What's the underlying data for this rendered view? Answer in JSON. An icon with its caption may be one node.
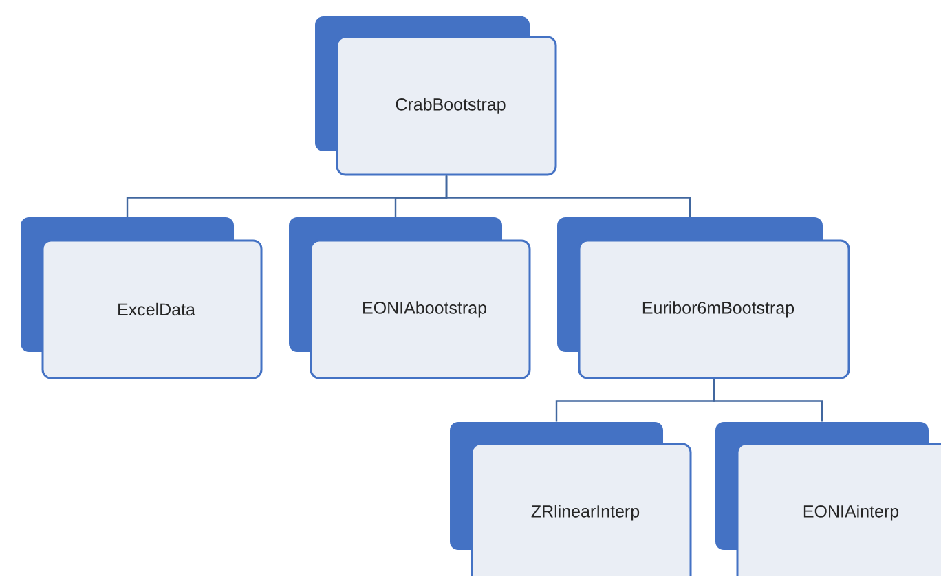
{
  "diagram": {
    "nodes": [
      {
        "text": [
          "CrabBootstrap"
        ]
      },
      {
        "text": [
          "ExcelData"
        ]
      },
      {
        "text": [
          "EONIAbootstrap"
        ]
      },
      {
        "text": [
          "Euribor6mBootstrap"
        ]
      },
      {
        "text": [
          "ZRlinearInterp"
        ]
      },
      {
        "text": [
          "EONIAinterp"
        ]
      }
    ],
    "edges": [
      {
        "from": 0,
        "to": 1,
        "arrow": "none"
      },
      {
        "from": 0,
        "to": 2,
        "arrow": "none"
      },
      {
        "from": 0,
        "to": 3,
        "arrow": "none"
      },
      {
        "from": 3,
        "to": 4,
        "arrow": "none"
      },
      {
        "from": 3,
        "to": 5,
        "arrow": "none"
      }
    ]
  }
}
